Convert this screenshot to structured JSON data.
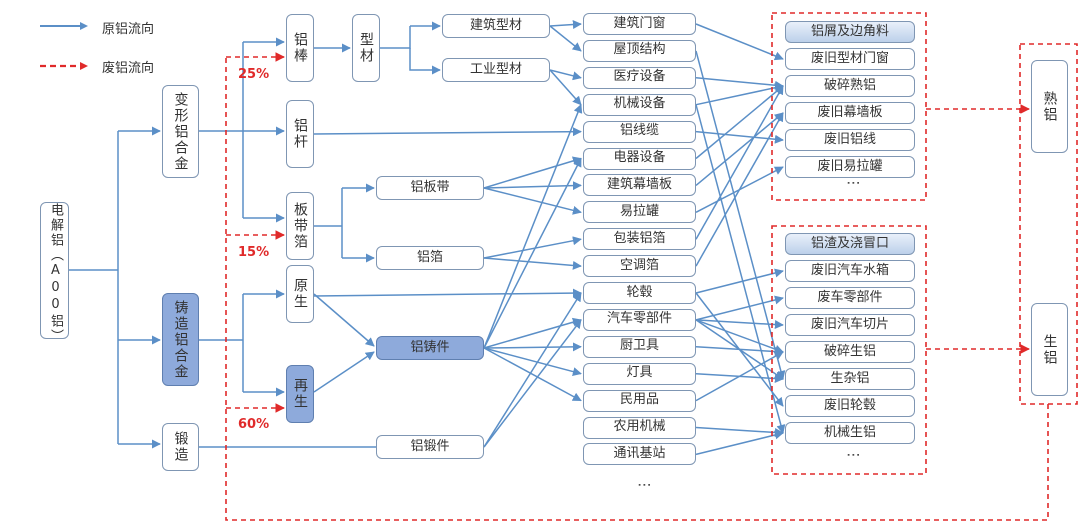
{
  "legend": {
    "primary_flow": "原铝流向",
    "scrap_flow": "废铝流向"
  },
  "colors": {
    "primary_flow": "#5b8fc7",
    "scrap_flow": "#e02a2a",
    "filled_node": "#8eaadb",
    "node_border": "#7f96b3"
  },
  "nodes": {
    "source": "电解铝（A00铝）",
    "wrought_alloy": "变形铝合金",
    "cast_alloy": "铸造铝合金",
    "forging": "锻造",
    "rod": "铝棒",
    "bar": "铝杆",
    "sheet_strip_foil": "板带箔",
    "primary": "原生",
    "recycled": "再生",
    "profile": "型材",
    "building_profile": "建筑型材",
    "industrial_profile": "工业型材",
    "sheet_strip": "铝板带",
    "foil": "铝箔",
    "castings": "铝铸件",
    "forgings": "铝锻件",
    "wrought_scrap": "熟铝",
    "cast_scrap": "生铝"
  },
  "percentages": {
    "rod": "25%",
    "sheet_strip_foil": "15%",
    "recycled": "60%"
  },
  "end_uses": [
    "建筑门窗",
    "屋顶结构",
    "医疗设备",
    "机械设备",
    "铝线缆",
    "电器设备",
    "建筑幕墙板",
    "易拉罐",
    "包装铝箔",
    "空调箔",
    "轮毂",
    "汽车零部件",
    "厨卫具",
    "灯具",
    "民用品",
    "农用机械",
    "通讯基站"
  ],
  "end_uses_more": "⋮",
  "wrought_scrap_group": {
    "header": "铝屑及边角料",
    "items": [
      "废旧型材门窗",
      "破碎熟铝",
      "废旧幕墙板",
      "废旧铝线",
      "废旧易拉罐"
    ],
    "more": "⋮"
  },
  "cast_scrap_group": {
    "header": "铝渣及浇冒口",
    "items": [
      "废旧汽车水箱",
      "废车零部件",
      "废旧汽车切片",
      "破碎生铝",
      "生杂铝",
      "废旧轮毂",
      "机械生铝"
    ],
    "more": "⋮"
  }
}
